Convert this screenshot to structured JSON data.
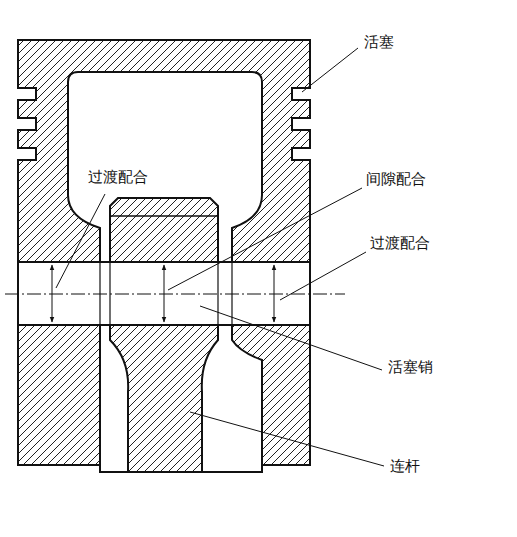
{
  "diagram": {
    "labels": [
      "活塞",
      "过渡配合",
      "间隙配合",
      "过渡配合",
      "活塞销",
      "连杆"
    ]
  }
}
